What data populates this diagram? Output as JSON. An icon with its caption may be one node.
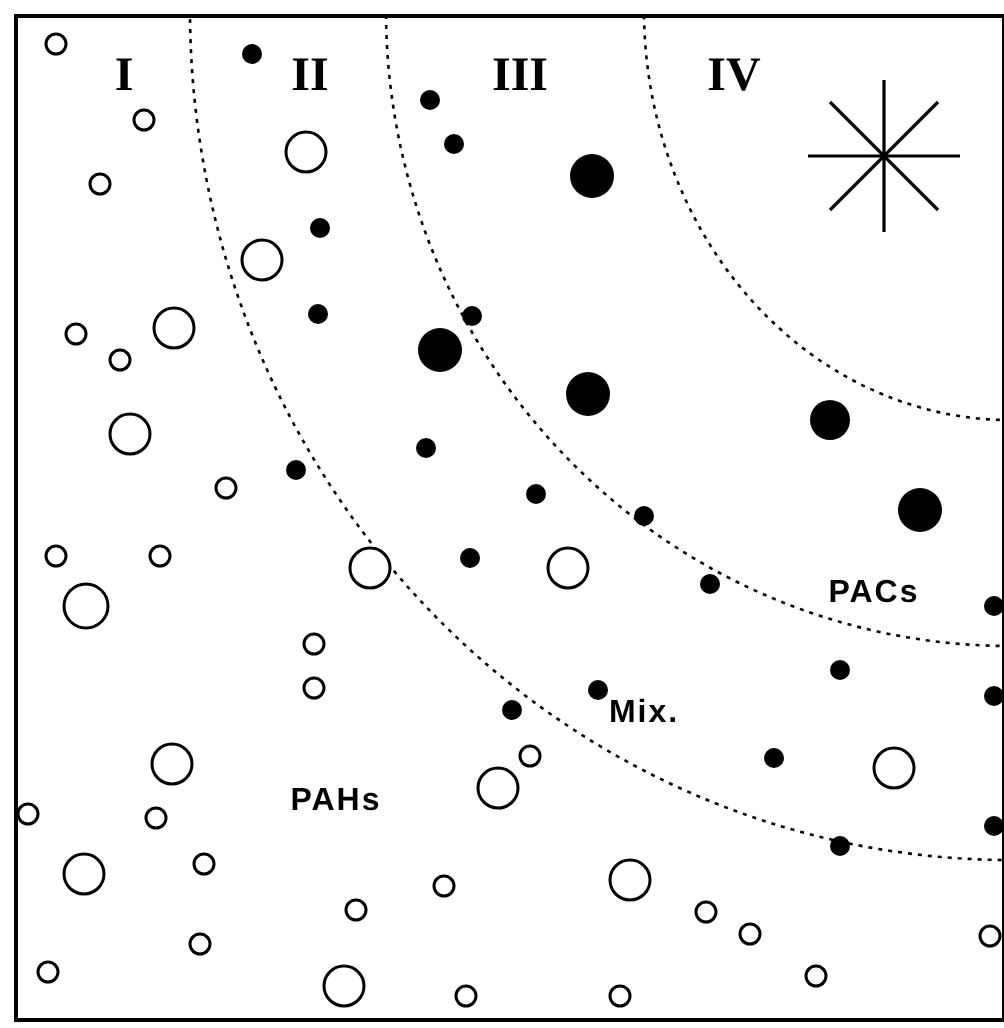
{
  "diagram": {
    "labels": [
      "I",
      "II",
      "III",
      "IV",
      "PACs",
      "Mix.",
      "PAHs"
    ]
  }
}
